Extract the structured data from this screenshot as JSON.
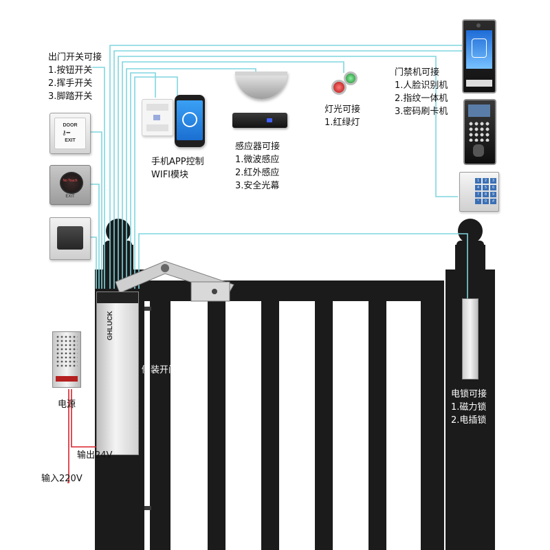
{
  "exit_switch": {
    "heading": "出门开关可接",
    "items": [
      "1.按钮开关",
      "2.挥手开关",
      "3.脚踏开关"
    ],
    "door_button_top": "DOOR",
    "door_button_bottom": "EXIT",
    "ir_button_face": "No Touch",
    "ir_button_bottom": "EXIT"
  },
  "wifi_module": {
    "lines": [
      "手机APP控制",
      "WIFI模块"
    ]
  },
  "sensor": {
    "heading": "感应器可接",
    "items": [
      "1.微波感应",
      "2.红外感应",
      "3.安全光幕"
    ]
  },
  "light": {
    "heading": "灯光可接",
    "items": [
      "1.红绿灯"
    ]
  },
  "access": {
    "heading": "门禁机可接",
    "items": [
      "1.人脸识别机",
      "2.指纹一体机",
      "3.密码刷卡机"
    ]
  },
  "opener": {
    "label": "侧装开门机",
    "brand": "GHLUCK"
  },
  "power": {
    "label": "电源",
    "output": "输出24V",
    "input": "输入220V"
  },
  "lock": {
    "heading": "电锁可接",
    "items": [
      "1.磁力锁",
      "2.电插锁"
    ]
  },
  "colors": {
    "wire_cyan": "#7fd6df",
    "wire_red": "#d8202a",
    "gate": "#1b1b1b",
    "opener_silver": "#e6e6e6"
  },
  "keypad_keys": [
    "1",
    "2",
    "3",
    "4",
    "5",
    "6",
    "7",
    "8",
    "9",
    "*",
    "0",
    "#"
  ]
}
